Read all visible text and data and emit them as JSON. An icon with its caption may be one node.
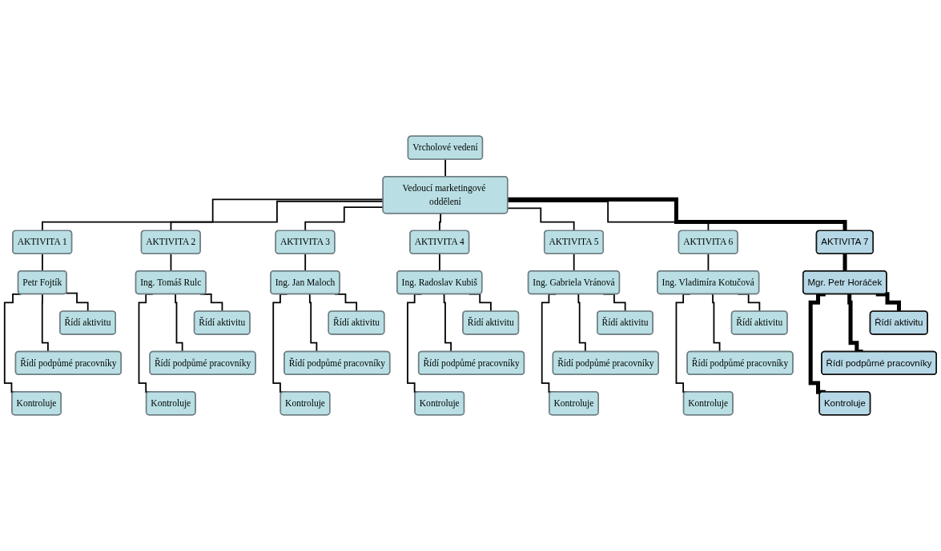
{
  "diagram": {
    "nodes": [
      {
        "text": [
          "Vrcholové vedení"
        ]
      },
      {
        "text": [
          "Vedoucí marketingové oddělení"
        ]
      },
      {
        "text": [
          "AKTIVITA 1"
        ]
      },
      {
        "text": [
          "AKTIVITA 2"
        ]
      },
      {
        "text": [
          "AKTIVITA 3"
        ]
      },
      {
        "text": [
          "AKTIVITA 4"
        ]
      },
      {
        "text": [
          "AKTIVITA 5"
        ]
      },
      {
        "text": [
          "AKTIVITA 6"
        ]
      },
      {
        "text": [
          "AKTIVITA 7"
        ]
      },
      {
        "text": [
          "Petr Fojtík"
        ]
      },
      {
        "text": [
          "Ing. Tomáš Rulc"
        ]
      },
      {
        "text": [
          "Ing. Jan Maloch"
        ]
      },
      {
        "text": [
          "Ing. Radoslav Kubiš"
        ]
      },
      {
        "text": [
          "Ing. Gabriela Vránová"
        ]
      },
      {
        "text": [
          "Ing. Vladimíra Kotučová"
        ]
      },
      {
        "text": [
          "Mgr. Petr Horáček"
        ]
      },
      {
        "text": [
          "Řídí aktivitu"
        ]
      },
      {
        "text": [
          "Řídí aktivitu"
        ]
      },
      {
        "text": [
          "Řídí aktivitu"
        ]
      },
      {
        "text": [
          "Řídí aktivitu"
        ]
      },
      {
        "text": [
          "Řídí aktivitu"
        ]
      },
      {
        "text": [
          "Řídí aktivitu"
        ]
      },
      {
        "text": [
          "Řídí aktivitu"
        ]
      },
      {
        "text": [
          "Řídí podpůmé pracovníky"
        ]
      },
      {
        "text": [
          "Řídí podpůmé pracovníky"
        ]
      },
      {
        "text": [
          "Řídí podpůmé pracovníky"
        ]
      },
      {
        "text": [
          "Řídí podpůmé pracovníky"
        ]
      },
      {
        "text": [
          "Řídí podpůmé pracovníky"
        ]
      },
      {
        "text": [
          "Řídí podpůmé pracovníky"
        ]
      },
      {
        "text": [
          "Řídí podpůrné pracovníky"
        ]
      },
      {
        "text": [
          "Kontroluje"
        ]
      },
      {
        "text": [
          "Kontroluje"
        ]
      },
      {
        "text": [
          "Kontroluje"
        ]
      },
      {
        "text": [
          "Kontroluje"
        ]
      },
      {
        "text": [
          "Kontroluje"
        ]
      },
      {
        "text": [
          "Kontroluje"
        ]
      },
      {
        "text": [
          "Kontroluje"
        ]
      }
    ],
    "edges": [
      {
        "from": 0,
        "to": 1,
        "arrow": "none"
      },
      {
        "from": 1,
        "to": 2,
        "arrow": "none"
      },
      {
        "from": 1,
        "to": 3,
        "arrow": "none"
      },
      {
        "from": 1,
        "to": 4,
        "arrow": "none"
      },
      {
        "from": 1,
        "to": 5,
        "arrow": "none"
      },
      {
        "from": 1,
        "to": 6,
        "arrow": "none"
      },
      {
        "from": 1,
        "to": 7,
        "arrow": "none"
      },
      {
        "from": 1,
        "to": 8,
        "arrow": "none",
        "style": "thick"
      },
      {
        "from": 2,
        "to": 9,
        "arrow": "none"
      },
      {
        "from": 3,
        "to": 10,
        "arrow": "none"
      },
      {
        "from": 4,
        "to": 11,
        "arrow": "none"
      },
      {
        "from": 5,
        "to": 12,
        "arrow": "none"
      },
      {
        "from": 6,
        "to": 13,
        "arrow": "none"
      },
      {
        "from": 7,
        "to": 14,
        "arrow": "none"
      },
      {
        "from": 8,
        "to": 15,
        "arrow": "none",
        "style": "thick"
      },
      {
        "from": 9,
        "to": 16,
        "arrow": "none"
      },
      {
        "from": 9,
        "to": 23,
        "arrow": "none"
      },
      {
        "from": 9,
        "to": 30,
        "arrow": "none"
      },
      {
        "from": 10,
        "to": 17,
        "arrow": "none"
      },
      {
        "from": 10,
        "to": 24,
        "arrow": "none"
      },
      {
        "from": 10,
        "to": 31,
        "arrow": "none"
      },
      {
        "from": 11,
        "to": 18,
        "arrow": "none"
      },
      {
        "from": 11,
        "to": 25,
        "arrow": "none"
      },
      {
        "from": 11,
        "to": 32,
        "arrow": "none"
      },
      {
        "from": 12,
        "to": 19,
        "arrow": "none"
      },
      {
        "from": 12,
        "to": 26,
        "arrow": "none"
      },
      {
        "from": 12,
        "to": 33,
        "arrow": "none"
      },
      {
        "from": 13,
        "to": 20,
        "arrow": "none"
      },
      {
        "from": 13,
        "to": 27,
        "arrow": "none"
      },
      {
        "from": 13,
        "to": 34,
        "arrow": "none"
      },
      {
        "from": 14,
        "to": 21,
        "arrow": "none"
      },
      {
        "from": 14,
        "to": 28,
        "arrow": "none"
      },
      {
        "from": 14,
        "to": 35,
        "arrow": "none"
      },
      {
        "from": 15,
        "to": 22,
        "arrow": "none",
        "style": "thick"
      },
      {
        "from": 15,
        "to": 29,
        "arrow": "none",
        "style": "thick"
      },
      {
        "from": 15,
        "to": 36,
        "arrow": "none",
        "style": "thick"
      }
    ]
  }
}
